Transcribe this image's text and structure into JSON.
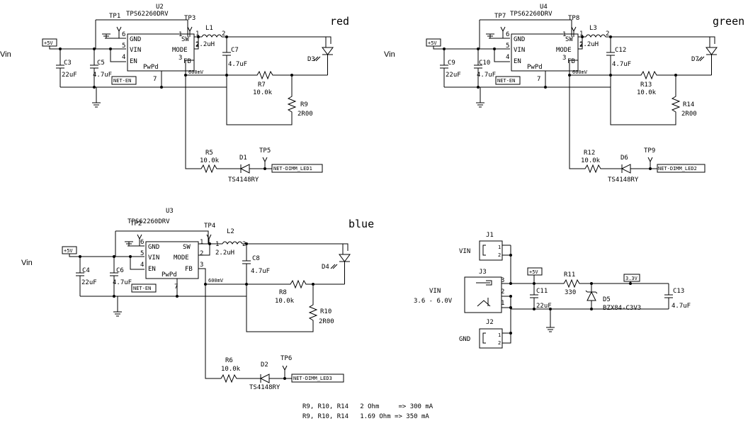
{
  "channels": {
    "red": {
      "color_label": "red",
      "vin_label": "Vin",
      "supply_flag": "+5V",
      "ic_ref": "U2",
      "ic_part": "TPS62260DRV",
      "pin_gnd": "GND",
      "pin_vin": "VIN",
      "pin_en": "EN",
      "pin_pwpd": "PwPd",
      "pin_sw": "SW",
      "pin_mode": "MODE",
      "pin_fb": "FB",
      "pin_n_gnd": "6",
      "pin_n_vin": "5",
      "pin_n_en": "4",
      "pin_n_pwpd": "7",
      "pin_n_sw": "1",
      "pin_n_mode": "2",
      "pin_n_fb": "3",
      "tp_gnd": "TP1",
      "tp_sw": "TP3",
      "tp_dim": "TP5",
      "ind_ref": "L1",
      "ind_val": "2.2uH",
      "ind_pin1": "1",
      "ind_pin2": "2",
      "cin_ref": "C3",
      "cin_val": "22uF",
      "cin2_ref": "C5",
      "cin2_val": "4.7uF",
      "cout_ref": "C7",
      "cout_val": "4.7uF",
      "en_net": "NET-EN",
      "fb_net": "600mV",
      "led_ref": "D3",
      "rfb_ref": "R7",
      "rfb_val": "10.0k",
      "rs_ref": "R9",
      "rs_val": "2R00",
      "rdim_ref": "R5",
      "rdim_val": "10.0k",
      "diode_ref": "D1",
      "diode_part": "TS4148RY",
      "dim_net": "NET-DIMM_LED1"
    },
    "green": {
      "color_label": "green",
      "vin_label": "Vin",
      "supply_flag": "+5V",
      "ic_ref": "U4",
      "ic_part": "TPS62260DRV",
      "pin_gnd": "GND",
      "pin_vin": "VIN",
      "pin_en": "EN",
      "pin_pwpd": "PwPd",
      "pin_sw": "SW",
      "pin_mode": "MODE",
      "pin_fb": "FB",
      "pin_n_gnd": "6",
      "pin_n_vin": "5",
      "pin_n_en": "4",
      "pin_n_pwpd": "7",
      "pin_n_sw": "1",
      "pin_n_mode": "2",
      "pin_n_fb": "3",
      "tp_gnd": "TP7",
      "tp_sw": "TP8",
      "tp_dim": "TP9",
      "ind_ref": "L3",
      "ind_val": "2.2uH",
      "ind_pin1": "1",
      "ind_pin2": "2",
      "cin_ref": "C9",
      "cin_val": "22uF",
      "cin2_ref": "C10",
      "cin2_val": "4.7uF",
      "cout_ref": "C12",
      "cout_val": "4.7uF",
      "en_net": "NET-EN",
      "fb_net": "600mV",
      "led_ref": "D7",
      "rfb_ref": "R13",
      "rfb_val": "10.0k",
      "rs_ref": "R14",
      "rs_val": "2R00",
      "rdim_ref": "R12",
      "rdim_val": "10.0k",
      "diode_ref": "D6",
      "diode_part": "TS4148RY",
      "dim_net": "NET-DIMM_LED2"
    },
    "blue": {
      "color_label": "blue",
      "vin_label": "Vin",
      "supply_flag": "+5V",
      "ic_ref": "U3",
      "ic_part": "TPS62260DRV",
      "pin_gnd": "GND",
      "pin_vin": "VIN",
      "pin_en": "EN",
      "pin_pwpd": "PwPd",
      "pin_sw": "SW",
      "pin_mode": "MODE",
      "pin_fb": "FB",
      "pin_n_gnd": "6",
      "pin_n_vin": "5",
      "pin_n_en": "4",
      "pin_n_pwpd": "7",
      "pin_n_sw": "1",
      "pin_n_mode": "2",
      "pin_n_fb": "3",
      "tp_gnd": "TP2",
      "tp_sw": "TP4",
      "tp_dim": "TP6",
      "ind_ref": "L2",
      "ind_val": "2.2uH",
      "ind_pin1": "1",
      "ind_pin2": "2",
      "cin_ref": "C4",
      "cin_val": "22uF",
      "cin2_ref": "C6",
      "cin2_val": "4.7uF",
      "cout_ref": "C8",
      "cout_val": "4.7uF",
      "en_net": "NET-EN",
      "fb_net": "600mV",
      "led_ref": "D4",
      "rfb_ref": "R8",
      "rfb_val": "10.0k",
      "rs_ref": "R10",
      "rs_val": "2R00",
      "rdim_ref": "R6",
      "rdim_val": "10.0k",
      "diode_ref": "D2",
      "diode_part": "TS4148RY",
      "dim_net": "NET-DIMM_LED3"
    }
  },
  "input": {
    "j1_ref": "J1",
    "j1_label": "VIN",
    "j2_ref": "J2",
    "j2_label": "GND",
    "j3_ref": "J3",
    "vin_label": "VIN",
    "vin_range": "3.6 - 6.0V",
    "pin1": "1",
    "pin2": "2",
    "pin3": "3",
    "supply_flag": "+5V",
    "c11_ref": "C11",
    "c11_val": "22uF",
    "r11_ref": "R11",
    "r11_val": "330",
    "d5_ref": "D5",
    "d5_part": "BZX84-C3V3",
    "flag_33": "3.3V",
    "c13_ref": "C13",
    "c13_val": "4.7uF"
  },
  "notes": {
    "line1": "R9, R10, R14   2 Ohm     => 300 mA",
    "line2": "R9, R10, R14   1.69 Ohm => 350 mA"
  }
}
